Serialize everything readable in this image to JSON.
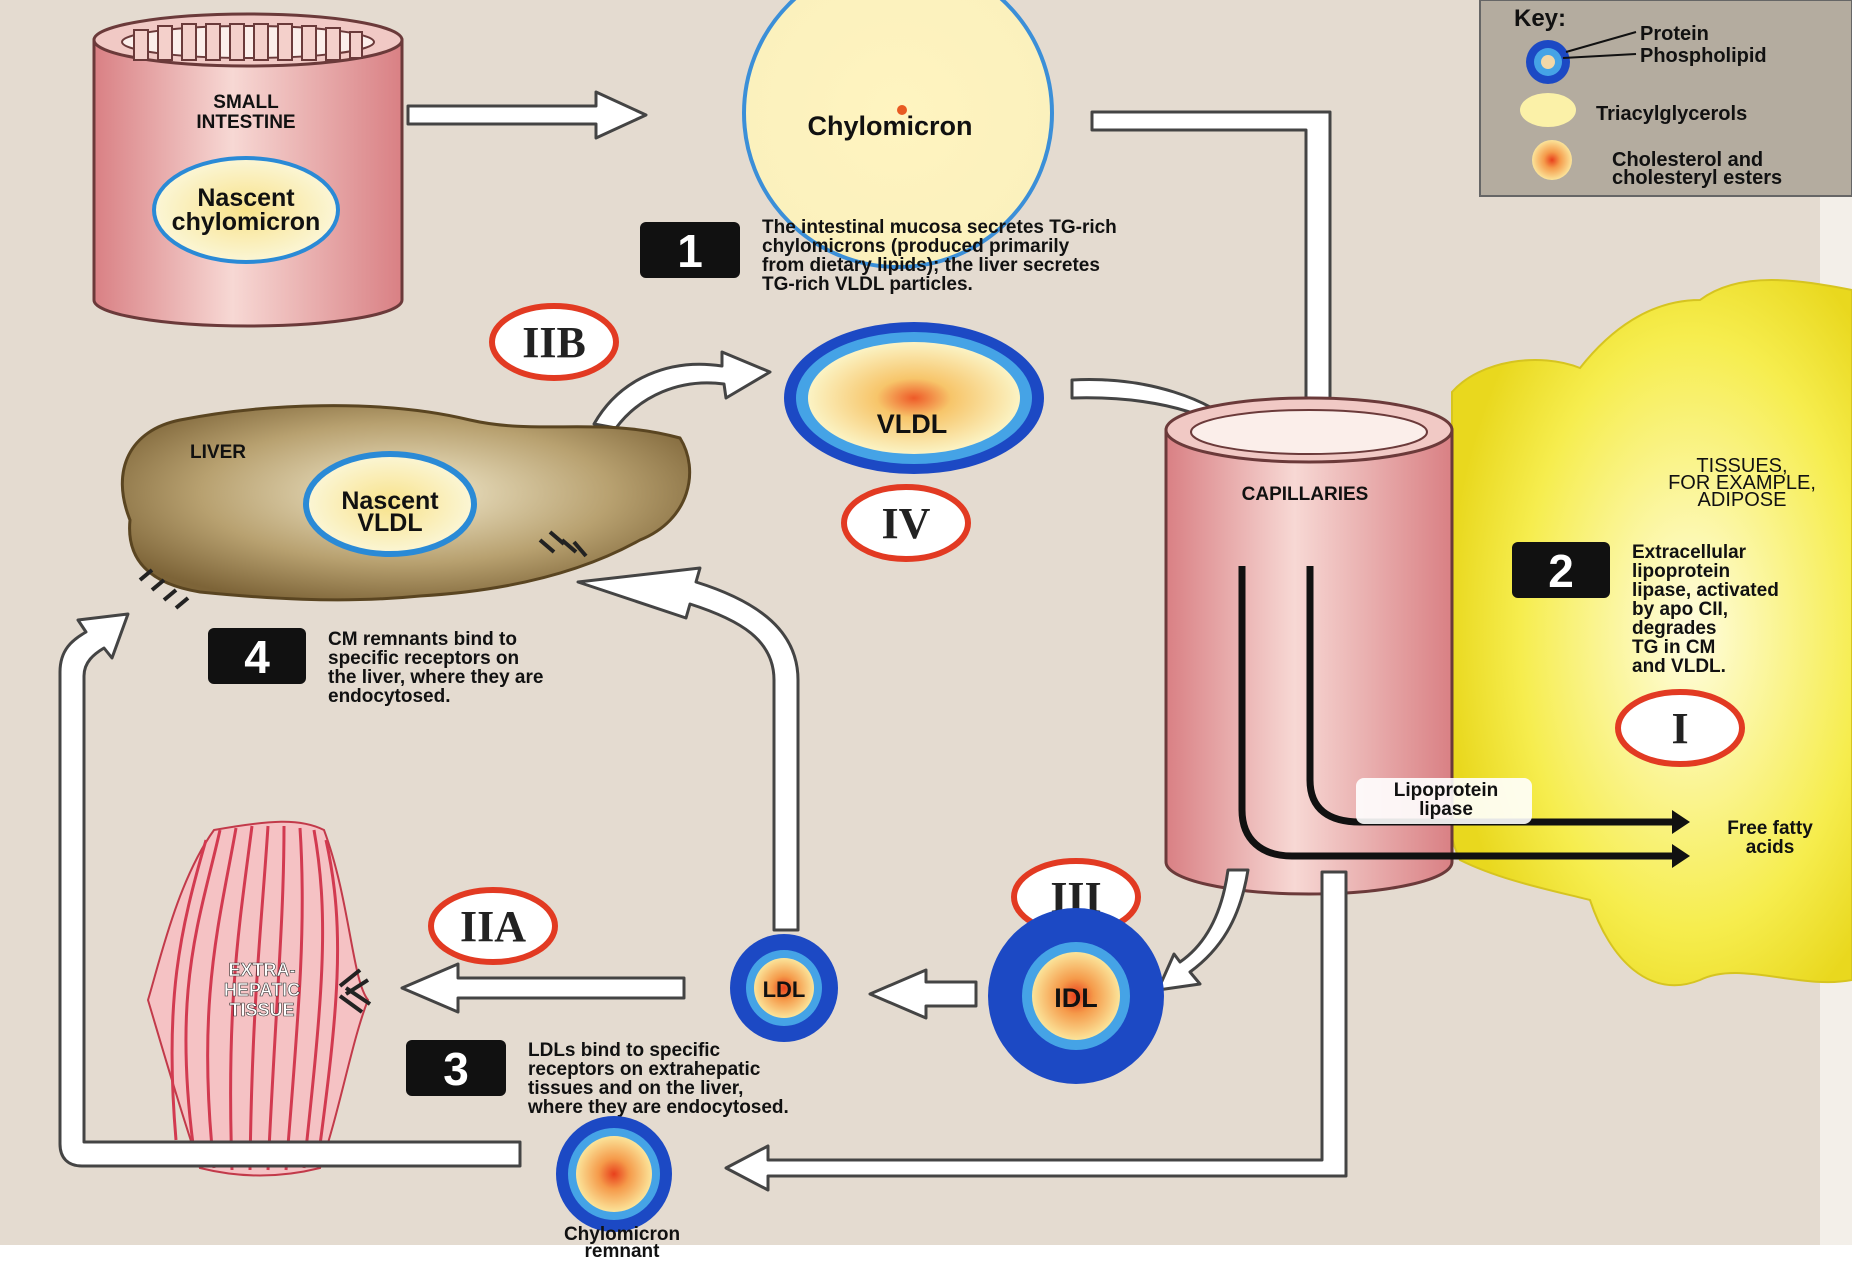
{
  "key": {
    "title": "Key:",
    "protein": "Protein",
    "phospholipid": "Phospholipid",
    "triacylglycerols": "Triacylglycerols",
    "cholesterol_line1": "Cholesterol and",
    "cholesterol_line2": "cholesteryl esters"
  },
  "small_intestine": {
    "line1": "SMALL",
    "line2": "INTESTINE"
  },
  "nascent_chylomicron": {
    "line1": "Nascent",
    "line2": "chylomicron"
  },
  "chylomicron": "Chylomicron",
  "step1": {
    "number": "1",
    "line1": "The intestinal mucosa secretes TG-rich",
    "line2": "chylomicrons (produced primarily",
    "line3": "from dietary lipids); the liver secretes",
    "line4": "TG-rich VLDL particles."
  },
  "liver": "LIVER",
  "nascent_vldl": {
    "line1": "Nascent",
    "line2": "VLDL"
  },
  "vldl": "VLDL",
  "roman": {
    "iib": "IIB",
    "iv": "IV",
    "i": "I",
    "iii": "III",
    "iia": "IIA"
  },
  "capillaries": "CAPILLARIES",
  "tissues": {
    "line1": "TISSUES,",
    "line2": "FOR EXAMPLE,",
    "line3": "ADIPOSE"
  },
  "step2": {
    "number": "2",
    "line1": "Extracellular",
    "line2": "lipoprotein",
    "line3": "lipase, activated",
    "line4": "by apo CII,",
    "line5": "degrades",
    "line6": "TG in CM",
    "line7": "and VLDL."
  },
  "step4": {
    "number": "4",
    "line1": "CM remnants bind to",
    "line2": "specific receptors on",
    "line3": "the liver, where they are",
    "line4": "endocytosed."
  },
  "lipoprotein_lipase": {
    "line1": "Lipoprotein",
    "line2": "lipase"
  },
  "free_fatty_acids": {
    "line1": "Free fatty",
    "line2": "acids"
  },
  "extrahepatic": {
    "line1": "EXTRA-",
    "line2": "HEPATIC",
    "line3": "TISSUE"
  },
  "ldl": "LDL",
  "idl": "IDL",
  "step3": {
    "number": "3",
    "line1": "LDLs bind to specific",
    "line2": "receptors on extrahepatic",
    "line3": "tissues and on the liver,",
    "line4": "where they are endocytosed."
  },
  "chylomicron_remnant": {
    "line1": "Chylomicron",
    "line2": "remnant"
  },
  "colors": {
    "background": "#e4dbd0",
    "protein_blue": "#1c49c4",
    "phospholipid_light_blue": "#45a3e6",
    "roman_ring": "#e23a22",
    "adipose_yellow": "#f6ed4e",
    "vessel_pink": "#e8a3a4"
  }
}
